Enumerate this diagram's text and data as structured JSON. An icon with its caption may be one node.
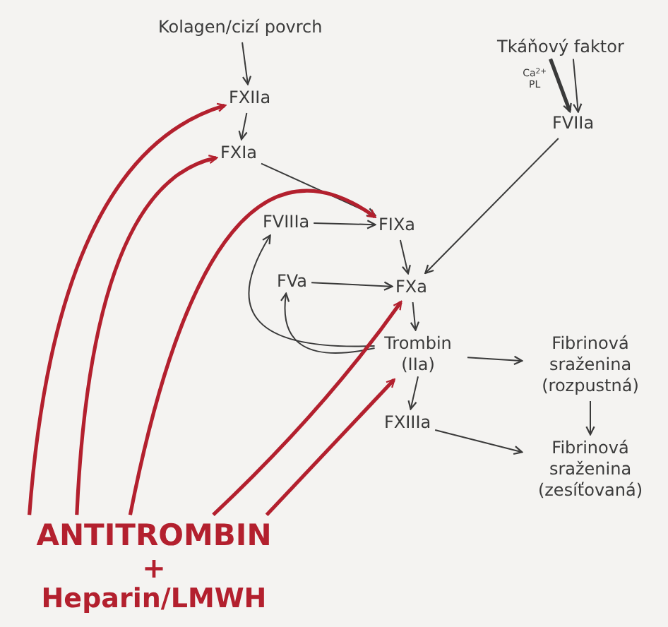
{
  "diagram": {
    "nodes": [
      {
        "text": [
          "Kolagen/cizí povrch"
        ]
      },
      {
        "text": [
          "Tkáňový faktor"
        ]
      },
      {
        "text": [
          "FXIIa"
        ]
      },
      {
        "text": [
          "FXIa"
        ]
      },
      {
        "text": [
          "FVIIIa"
        ]
      },
      {
        "text": [
          "FIXa"
        ]
      },
      {
        "text": [
          "FVa"
        ]
      },
      {
        "text": [
          "FXa"
        ]
      },
      {
        "text": [
          "Trombin (IIa)"
        ]
      },
      {
        "text": [
          "Fibrinová sraženina (rozpustná)"
        ]
      },
      {
        "text": [
          "FXIIIa"
        ]
      },
      {
        "text": [
          "Fibrinová sraženina (zesíťovaná)"
        ]
      },
      {
        "text": [
          "FVIIa"
        ]
      },
      {
        "text": [
          "ANTITROMBIN",
          "+",
          "Heparin/LMWH"
        ]
      }
    ],
    "edges": [
      {
        "from": 0,
        "to": 2,
        "arrow": "to"
      },
      {
        "from": 2,
        "to": 3,
        "arrow": "to"
      },
      {
        "from": 3,
        "to": 5,
        "arrow": "to"
      },
      {
        "from": 4,
        "to": 5,
        "arrow": "to"
      },
      {
        "from": 5,
        "to": 7,
        "arrow": "to"
      },
      {
        "from": 6,
        "to": 7,
        "arrow": "to"
      },
      {
        "from": 12,
        "to": 7,
        "arrow": "to"
      },
      {
        "from": 7,
        "to": 8,
        "arrow": "to"
      },
      {
        "from": 8,
        "to": 4,
        "arrow": "to"
      },
      {
        "from": 8,
        "to": 6,
        "arrow": "to"
      },
      {
        "from": 8,
        "to": 9,
        "arrow": "to"
      },
      {
        "from": 9,
        "to": 11,
        "arrow": "to"
      },
      {
        "from": 8,
        "to": 10,
        "arrow": "to"
      },
      {
        "from": 10,
        "to": 11,
        "arrow": "to"
      },
      {
        "from": 1,
        "to": 12,
        "arrow": "to",
        "label": "Ca$^{2+}$ PL",
        "style": "thick"
      },
      {
        "from": 1,
        "to": 12,
        "arrow": "to"
      },
      {
        "from": 13,
        "to": 2,
        "arrow": "to",
        "style": "thick",
        "color": "#b3202e"
      },
      {
        "from": 13,
        "to": 3,
        "arrow": "to",
        "style": "thick",
        "color": "#b3202e"
      },
      {
        "from": 13,
        "to": 5,
        "arrow": "to",
        "style": "thick",
        "color": "#b3202e"
      },
      {
        "from": 13,
        "to": 7,
        "arrow": "to",
        "style": "thick",
        "color": "#b3202e"
      },
      {
        "from": 13,
        "to": 8,
        "arrow": "to",
        "style": "thick",
        "color": "#b3202e"
      }
    ]
  }
}
